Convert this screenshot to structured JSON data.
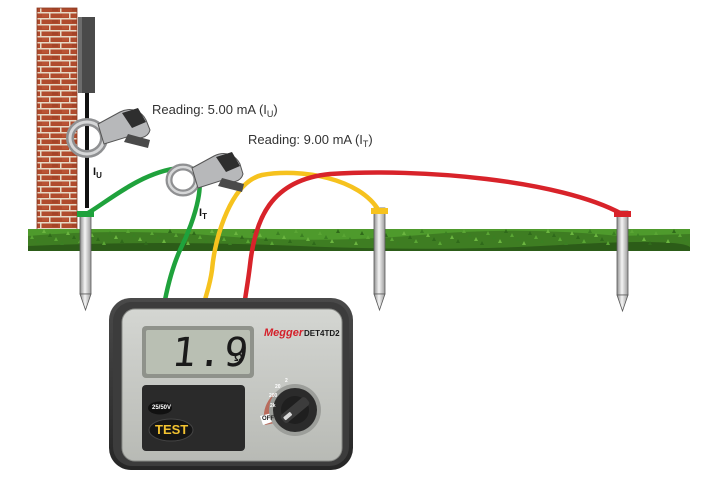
{
  "annotations": {
    "reading_u": {
      "prefix": "Reading: 5.00 mA (I",
      "sub": "U",
      "suffix": ")"
    },
    "reading_t": {
      "prefix": "Reading: 9.00 mA (I",
      "sub": "T",
      "suffix": ")"
    }
  },
  "clamp_labels": {
    "u": {
      "main": "I",
      "sub": "U"
    },
    "t": {
      "main": "I",
      "sub": "T"
    }
  },
  "meter": {
    "brand": "Megger",
    "model": "DET4TD2",
    "display_value": "1.9",
    "display_unit": "Ω",
    "voltage_button": "25/50V",
    "test_button": "TEST",
    "dial_off": "OFF",
    "dial_ranges": [
      "2k",
      "200",
      "20",
      "2"
    ]
  },
  "colors": {
    "lead_green": "#1fa23c",
    "lead_yellow": "#f6c21e",
    "lead_red": "#d8232a",
    "brick": "#a8452a",
    "grass": "#3e7d22",
    "meter_case": "#3a3a3a",
    "meter_panel": "#c9cbc7",
    "lcd": "#b9bfb3"
  }
}
